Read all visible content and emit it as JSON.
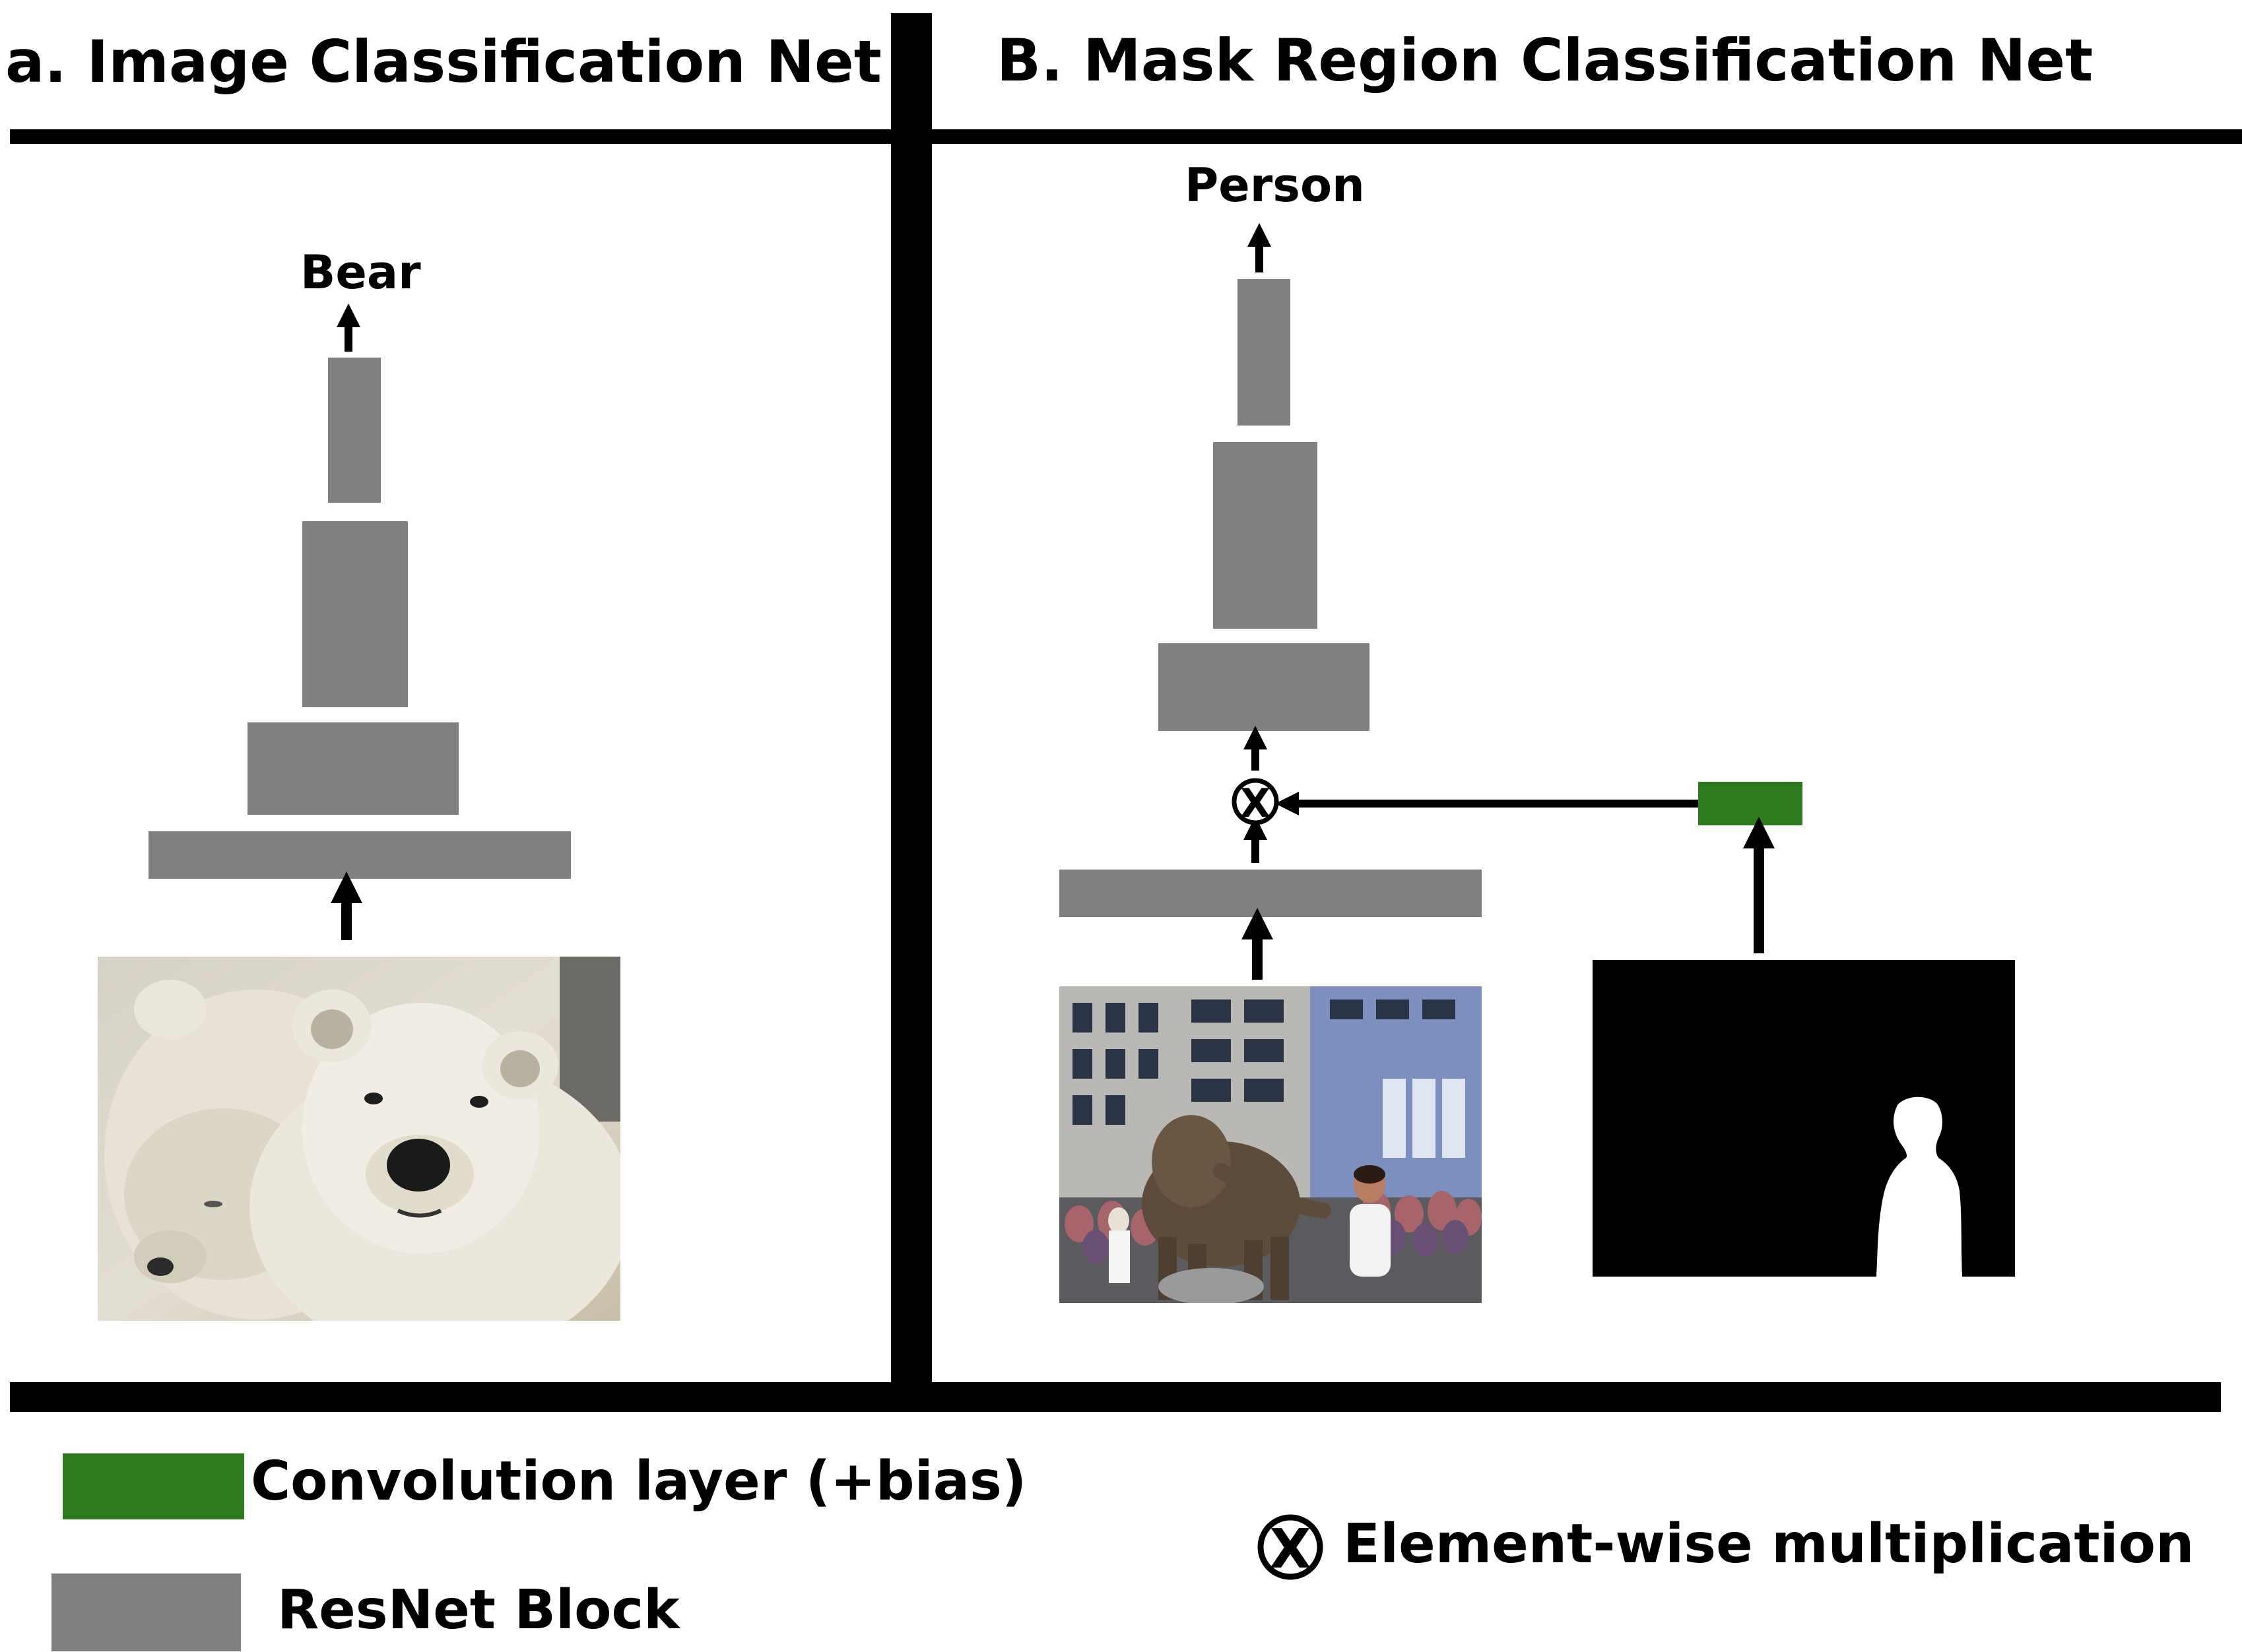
{
  "panel_a": {
    "title": "a. Image Classification Net",
    "output_label": "Bear"
  },
  "panel_b": {
    "title": "B. Mask Region Classification  Net",
    "output_label": "Person"
  },
  "legend": {
    "conv_label": "Convolution layer (+bias)",
    "resnet_label": "ResNet Block",
    "mult_symbol": "X",
    "mult_label": "Element-wise multiplication"
  },
  "colors": {
    "resnet_block": "#808080",
    "conv_layer": "#2e7a1e",
    "divider": "#000000",
    "mask_background": "#000000",
    "mask_person": "#ffffff"
  },
  "images": {
    "panel_a_input": "polar bears photo",
    "panel_b_input": "street scene photo with elephant and crowd",
    "panel_b_mask": "binary person mask"
  }
}
